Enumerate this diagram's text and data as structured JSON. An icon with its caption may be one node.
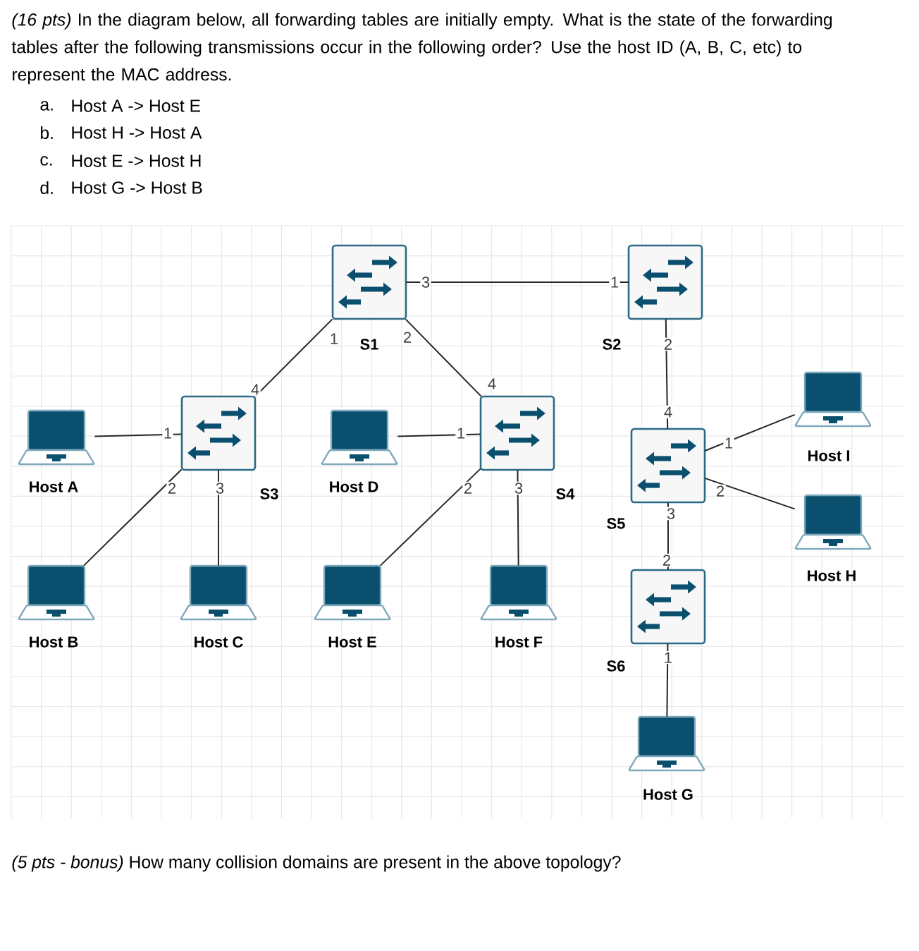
{
  "diagram": {
    "title": "*(16 pts)* In the diagram below, all forwarding tables are initially empty. What is the state of the forwarding tables after the following transmissions occur in the following order? Use the host ID (A, B, C, etc) to represent the MAC address.",
    "caption": "*(5 pts - bonus)* How many collision domains are present in the above topology?",
    "nodes": [
      {
        "text": [
          "S1"
        ]
      },
      {
        "text": [
          "S2"
        ]
      },
      {
        "text": [
          "S3"
        ]
      },
      {
        "text": [
          "S4"
        ]
      },
      {
        "text": [
          "S5"
        ]
      },
      {
        "text": [
          "S6"
        ]
      },
      {
        "text": [
          "Host A"
        ]
      },
      {
        "text": [
          "Host B"
        ]
      },
      {
        "text": [
          "Host C"
        ]
      },
      {
        "text": [
          "Host D"
        ]
      },
      {
        "text": [
          "Host E"
        ]
      },
      {
        "text": [
          "Host F"
        ]
      },
      {
        "text": [
          "Host G"
        ]
      },
      {
        "text": [
          "Host H"
        ]
      },
      {
        "text": [
          "Host I"
        ]
      }
    ],
    "edges": [
      {
        "from": 0,
        "to": 1,
        "arrow": "none"
      },
      {
        "from": 0,
        "to": 2,
        "arrow": "none"
      },
      {
        "from": 0,
        "to": 3,
        "arrow": "none"
      },
      {
        "from": 6,
        "to": 2,
        "arrow": "none"
      },
      {
        "from": 7,
        "to": 2,
        "arrow": "none"
      },
      {
        "from": 8,
        "to": 2,
        "arrow": "none"
      },
      {
        "from": 9,
        "to": 3,
        "arrow": "none"
      },
      {
        "from": 10,
        "to": 3,
        "arrow": "none"
      },
      {
        "from": 11,
        "to": 3,
        "arrow": "none"
      },
      {
        "from": 1,
        "to": 4,
        "arrow": "none"
      },
      {
        "from": 14,
        "to": 4,
        "arrow": "none"
      },
      {
        "from": 13,
        "to": 4,
        "arrow": "none"
      },
      {
        "from": 4,
        "to": 5,
        "arrow": "none"
      },
      {
        "from": 12,
        "to": 5,
        "arrow": "none"
      }
    ],
    "labels": [
      "a.",
      "Host A -> Host E",
      "b.",
      "Host H -> Host A",
      "c.",
      "Host E -> Host H",
      "d.",
      "Host G -> Host B",
      "3",
      "1",
      "1",
      "2",
      "2",
      "4",
      "1",
      "4",
      "1",
      "2",
      "3",
      "1",
      "2",
      "3",
      "4",
      "2",
      "3",
      "2",
      "1"
    ]
  }
}
